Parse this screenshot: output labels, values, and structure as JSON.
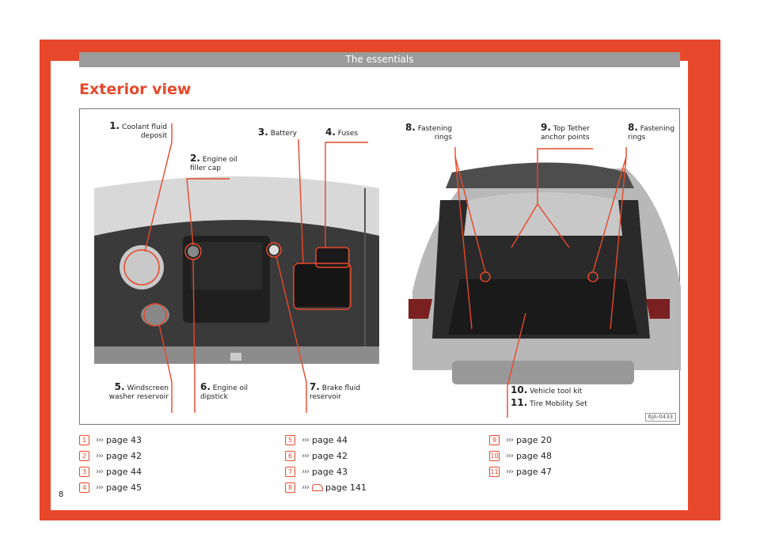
{
  "header": {
    "section": "The essentials"
  },
  "page_title": "Exterior view",
  "figure": {
    "code": "6JA-0433",
    "labels": {
      "l1": {
        "num": "1.",
        "text": "Coolant fluid deposit"
      },
      "l2": {
        "num": "2.",
        "text": "Engine oil filler cap"
      },
      "l3": {
        "num": "3.",
        "text": "Battery"
      },
      "l4": {
        "num": "4.",
        "text": "Fuses"
      },
      "l5": {
        "num": "5.",
        "text": "Windscreen washer reservoir"
      },
      "l6": {
        "num": "6.",
        "text": "Engine oil dipstick"
      },
      "l7": {
        "num": "7.",
        "text": "Brake fluid reservoir"
      },
      "l8a": {
        "num": "8.",
        "text": "Fastening rings"
      },
      "l9": {
        "num": "9.",
        "text": "Top Tether anchor points"
      },
      "l8b": {
        "num": "8.",
        "text": "Fastening rings"
      },
      "l10": {
        "num": "10.",
        "text": "Vehicle tool kit"
      },
      "l11": {
        "num": "11.",
        "text": "Tire Mobility Set"
      }
    }
  },
  "references": [
    {
      "num": "1",
      "text": "page 43"
    },
    {
      "num": "2",
      "text": "page 42"
    },
    {
      "num": "3",
      "text": "page 44"
    },
    {
      "num": "4",
      "text": "page 45"
    },
    {
      "num": "5",
      "text": "page 44"
    },
    {
      "num": "6",
      "text": "page 42"
    },
    {
      "num": "7",
      "text": "page 43"
    },
    {
      "num": "8",
      "text": "page 141",
      "icon": "car-icon"
    },
    {
      "num": "9",
      "text": "page 20"
    },
    {
      "num": "10",
      "text": "page 48"
    },
    {
      "num": "11",
      "text": "page 47"
    }
  ],
  "chevrons": "›››",
  "page_number": "8",
  "colors": {
    "accent": "#e7482b",
    "header_gray": "#9b9b9b"
  }
}
